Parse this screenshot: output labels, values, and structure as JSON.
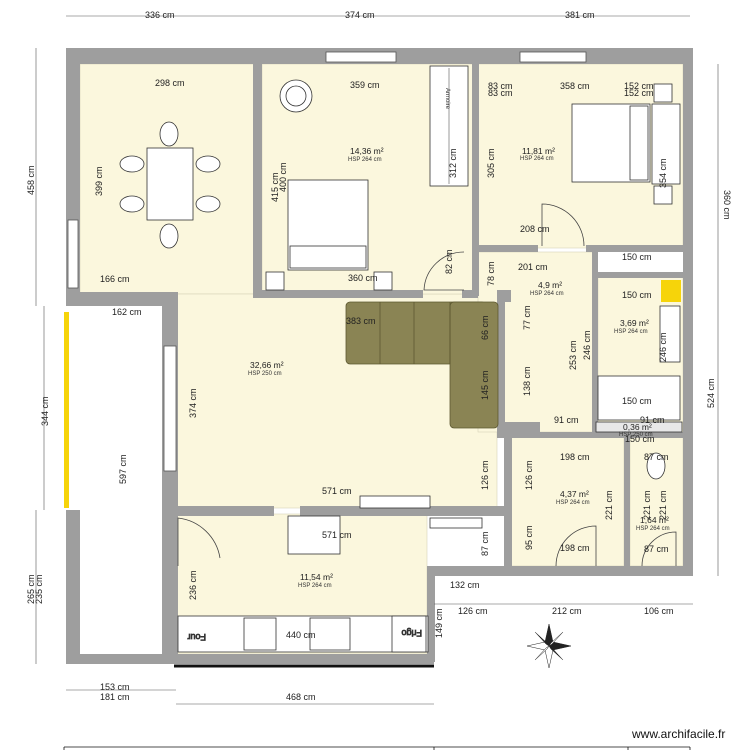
{
  "dimensions": {
    "top_336": "336 cm",
    "top_374": "374 cm",
    "top_381": "381 cm",
    "left_458": "458 cm",
    "left_344": "344 cm",
    "left_265": "265 cm",
    "left_235": "235 cm",
    "right_360": "360 cm",
    "right_524": "524 cm",
    "bottom_153": "153 cm",
    "bottom_181": "181 cm",
    "bottom_468": "468 cm",
    "bottom_126": "126 cm",
    "bottom_212": "212 cm",
    "bottom_106": "106 cm",
    "bottom_132": "132 cm",
    "bottom_149": "149 cm",
    "inner_298": "298 cm",
    "inner_399": "399 cm",
    "inner_166": "166 cm",
    "inner_162": "162 cm",
    "inner_359": "359 cm",
    "inner_415": "415 cm",
    "inner_400": "400 cm",
    "inner_312": "312 cm",
    "inner_360b": "360 cm",
    "inner_82": "82 cm",
    "inner_83a": "83 cm",
    "inner_83b": "83 cm",
    "inner_358": "358 cm",
    "inner_152a": "152 cm",
    "inner_152b": "152 cm",
    "inner_305": "305 cm",
    "inner_354": "354 cm",
    "inner_208": "208 cm",
    "inner_78": "78 cm",
    "inner_201": "201 cm",
    "inner_150a": "150 cm",
    "inner_150b": "150 cm",
    "inner_383": "383 cm",
    "inner_66": "66 cm",
    "inner_77": "77 cm",
    "inner_253": "253 cm",
    "inner_246": "246 cm",
    "inner_246b": "246 cm",
    "inner_138": "138 cm",
    "inner_145": "145 cm",
    "inner_91a": "91 cm",
    "inner_91b": "91 cm",
    "inner_150c": "150 cm",
    "inner_150d": "150 cm",
    "inner_374": "374 cm",
    "inner_597": "597 cm",
    "inner_571a": "571 cm",
    "inner_571b": "571 cm",
    "inner_126a": "126 cm",
    "inner_126b": "126 cm",
    "inner_198a": "198 cm",
    "inner_198b": "198 cm",
    "inner_221a": "221 cm",
    "inner_221b": "221 cm",
    "inner_221c": "221 cm",
    "inner_87a": "87 cm",
    "inner_87b": "87 cm",
    "inner_87c": "87 cm",
    "inner_95": "95 cm",
    "inner_236": "236 cm",
    "inner_440": "440 cm"
  },
  "rooms": {
    "bedroom1": {
      "area": "14,36 m²",
      "hsp": "HSP 264 cm"
    },
    "bedroom2": {
      "area": "11,81 m²",
      "hsp": "HSP 264 cm"
    },
    "living": {
      "area": "32,66 m²",
      "hsp": "HSP 250 cm"
    },
    "hall": {
      "area": "4,9 m²",
      "hsp": "HSP 264 cm"
    },
    "bath": {
      "area": "3,69 m²",
      "hsp": "HSP 264 cm"
    },
    "cupboard": {
      "area": "0,36 m²",
      "hsp": "HSP 250 cm"
    },
    "room3": {
      "area": "4,37 m²",
      "hsp": "HSP 264 cm"
    },
    "wc": {
      "area": "1,64 m²",
      "hsp": "HSP 264 cm"
    },
    "kitchen": {
      "area": "11,54 m²",
      "hsp": "HSP 264 cm"
    }
  },
  "furniture": {
    "wardrobe_label": "Armoire",
    "oven_label": "Four",
    "fridge_label": "Frigo"
  },
  "watermark": "www.archifacile.fr",
  "colors": {
    "wall": "#9e9e9e",
    "floor": "#fbf7dd",
    "sofa": "#8a8454",
    "window_yellow": "#f6d40a",
    "dim_line": "#555555"
  }
}
